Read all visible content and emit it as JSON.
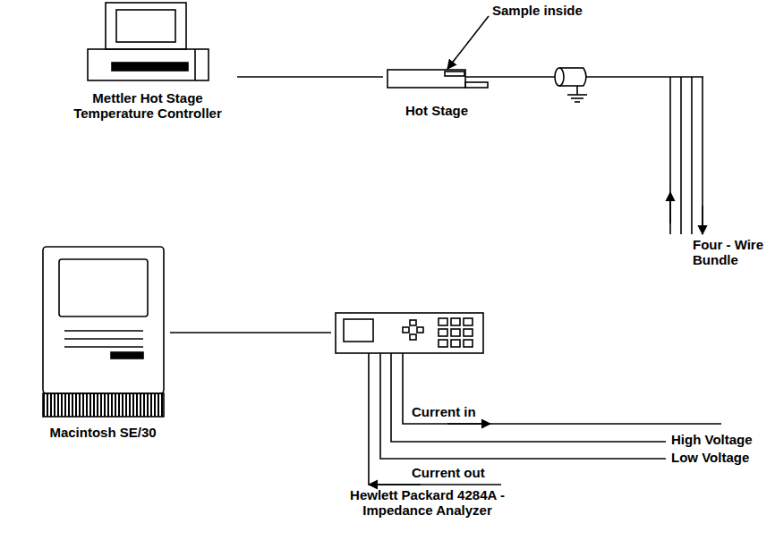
{
  "diagram": {
    "nodes": [
      {
        "text": [
          "Mettler Hot Stage Temperature Controller"
        ]
      },
      {
        "text": [
          "Hot Stage"
        ]
      },
      {
        "text": [
          "Macintosh SE/30"
        ]
      },
      {
        "text": [
          "Hewlett Packard 4284A - Impedance Analyzer"
        ]
      }
    ],
    "edges": [
      {
        "from": 0,
        "to": 1,
        "arrow": "none"
      },
      {
        "from": 2,
        "to": 3,
        "arrow": "none"
      }
    ],
    "labels": [
      "Sample inside",
      "Four - Wire Bundle",
      "Current in",
      "High Voltage",
      "Low Voltage",
      "Current out"
    ]
  }
}
